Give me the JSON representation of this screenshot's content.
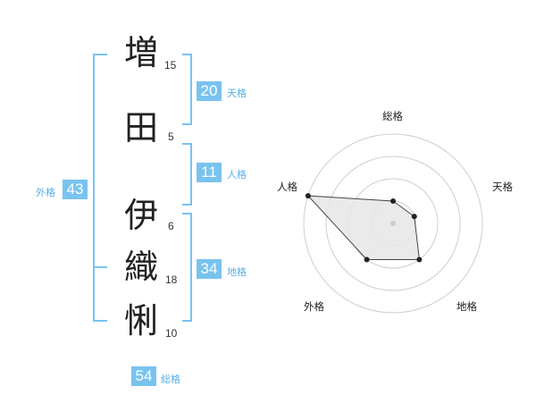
{
  "name": {
    "characters": [
      {
        "char": "増",
        "strokes": "15"
      },
      {
        "char": "田",
        "strokes": "5"
      },
      {
        "char": "伊",
        "strokes": "6"
      },
      {
        "char": "織",
        "strokes": "18"
      },
      {
        "char": "悧",
        "strokes": "10"
      }
    ]
  },
  "fortune": {
    "tenkaku": {
      "value": "20",
      "label": "天格"
    },
    "jinkaku": {
      "value": "11",
      "label": "人格"
    },
    "chikaku": {
      "value": "34",
      "label": "地格"
    },
    "gaikaku": {
      "value": "43",
      "label": "外格"
    },
    "soukaku": {
      "value": "54",
      "label": "総格"
    }
  },
  "radar": {
    "axes": [
      "総格",
      "天格",
      "地格",
      "外格",
      "人格"
    ],
    "levels": 4,
    "values": [
      1,
      1,
      2,
      2,
      4
    ],
    "max": 4,
    "colors": {
      "ring": "#cfcfcf",
      "fill": "#e6e6e6",
      "stroke": "#444",
      "dot": "#222",
      "center": "#cccccc"
    }
  },
  "colors": {
    "accent": "#79c3ef"
  }
}
